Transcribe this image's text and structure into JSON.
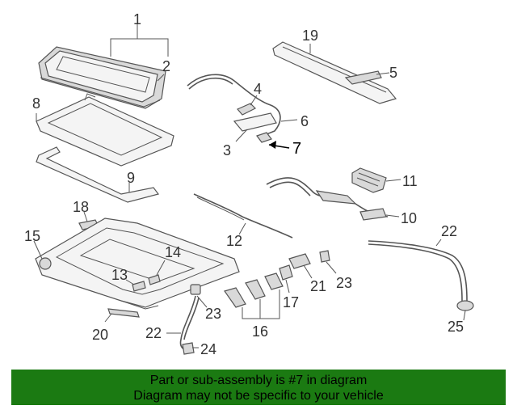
{
  "callouts": {
    "n1": "1",
    "n2": "2",
    "n3": "3",
    "n4": "4",
    "n5": "5",
    "n6": "6",
    "n7": "7",
    "n8": "8",
    "n9": "9",
    "n10": "10",
    "n11": "11",
    "n12": "12",
    "n13": "13",
    "n14": "14",
    "n15": "15",
    "n16": "16",
    "n17": "17",
    "n18": "18",
    "n19": "19",
    "n20": "20",
    "n21": "21",
    "n22a": "22",
    "n22b": "22",
    "n23a": "23",
    "n23b": "23",
    "n24": "24",
    "n25": "25"
  },
  "banner": {
    "line1": "Part or sub-assembly is #7 in diagram",
    "line2": "Diagram may not be specific to your vehicle",
    "color": "#1b7a12"
  }
}
